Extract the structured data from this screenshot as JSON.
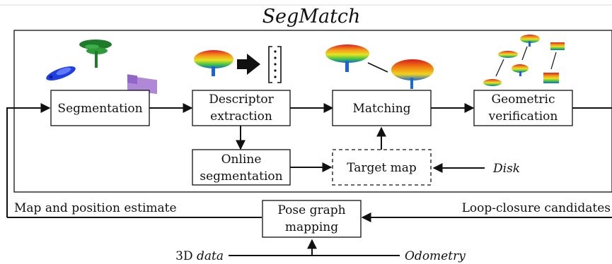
{
  "title": "SegMatch",
  "blocks": {
    "segmentation": "Segmentation",
    "descriptor_line1": "Descriptor",
    "descriptor_line2": "extraction",
    "matching": "Matching",
    "geometric_line1": "Geometric",
    "geometric_line2": "verification",
    "online_line1": "Online",
    "online_line2": "segmentation",
    "target_map": "Target map",
    "pose_line1": "Pose graph",
    "pose_line2": "mapping"
  },
  "labels": {
    "disk": "Disk",
    "map_estimate": "Map and position estimate",
    "loop_closure": "Loop-closure candidates",
    "data_3d_prefix": "3D ",
    "data_3d_italic": "data",
    "odometry": "Odometry"
  },
  "icons": [
    "car-point-cloud-icon",
    "tree-point-cloud-icon",
    "building-point-cloud-icon",
    "descriptor-vector-icon",
    "matched-trees-icon",
    "verified-segments-icon"
  ]
}
